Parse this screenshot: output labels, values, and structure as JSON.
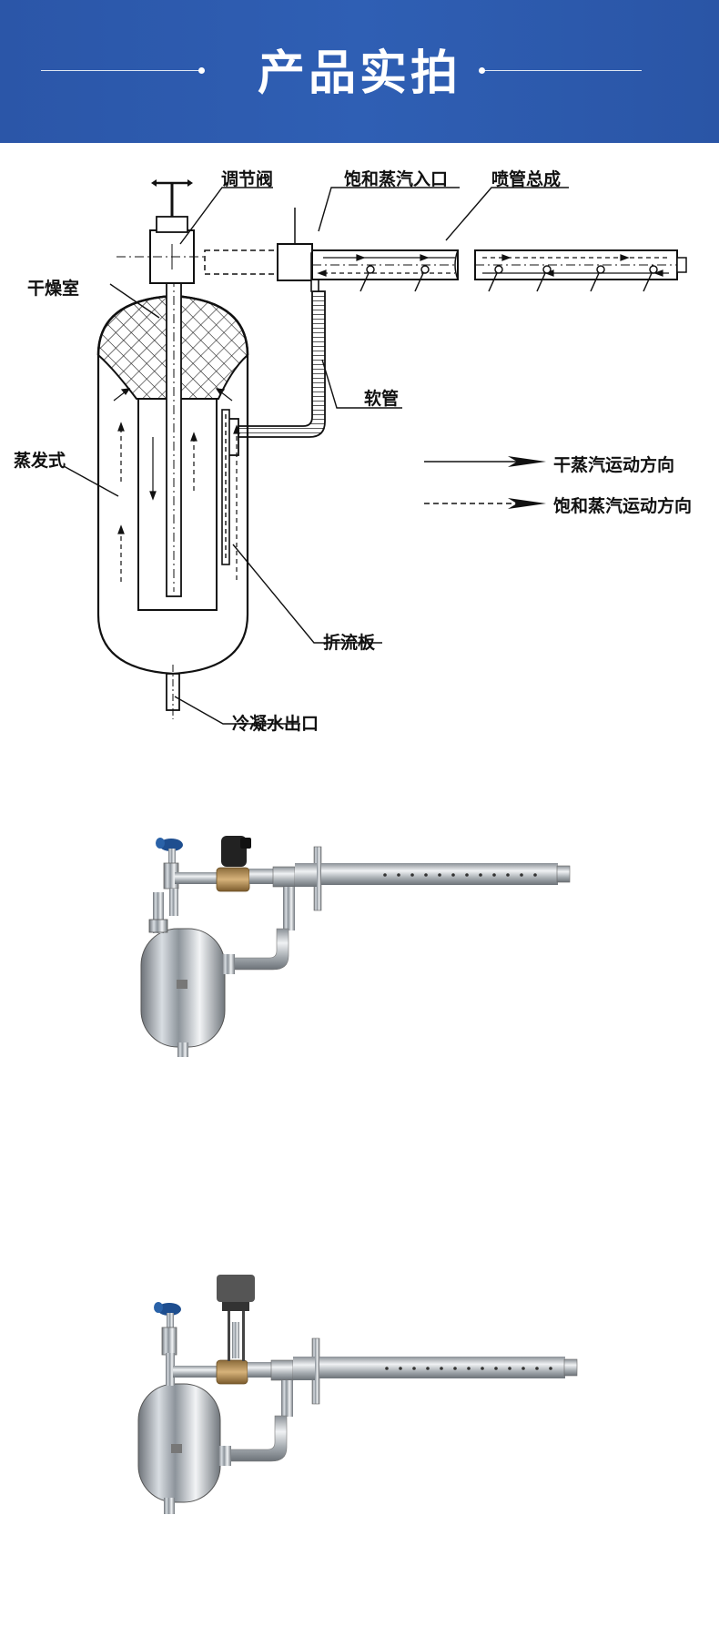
{
  "banner": {
    "title": "产品实拍"
  },
  "diagram": {
    "labels": {
      "valve": "调节阀",
      "inlet": "饱和蒸汽入口",
      "nozzle": "喷管总成",
      "dry_chamber": "干燥室",
      "hose": "软管",
      "evaporator": "蒸发式",
      "baffle": "折流板",
      "drain": "冷凝水出口"
    },
    "legend": [
      {
        "label": "干蒸汽运动方向",
        "style": "solid"
      },
      {
        "label": "饱和蒸汽运动方向",
        "style": "dashed"
      }
    ]
  },
  "photos": [
    {
      "actuator": "solenoid-valve"
    },
    {
      "actuator": "electric-actuator-valve"
    }
  ]
}
